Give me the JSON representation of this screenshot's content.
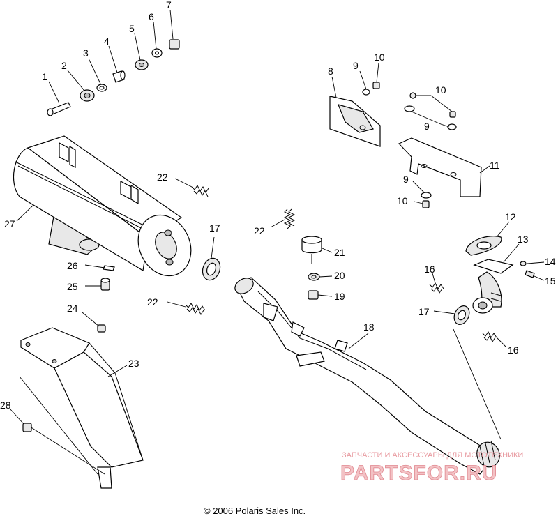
{
  "callouts": {
    "c1": "1",
    "c2": "2",
    "c3": "3",
    "c4": "4",
    "c5": "5",
    "c6": "6",
    "c7": "7",
    "c8": "8",
    "c9a": "9",
    "c9b": "9",
    "c9c": "9",
    "c10a": "10",
    "c10b": "10",
    "c10c": "10",
    "c11": "11",
    "c12": "12",
    "c13": "13",
    "c14": "14",
    "c15": "15",
    "c16a": "16",
    "c16b": "16",
    "c17a": "17",
    "c17b": "17",
    "c18": "18",
    "c19": "19",
    "c20": "20",
    "c21": "21",
    "c22a": "22",
    "c22b": "22",
    "c22c": "22",
    "c23": "23",
    "c24": "24",
    "c25": "25",
    "c26": "26",
    "c27": "27",
    "c28": "28"
  },
  "watermark": {
    "line1": "ЗАПЧАСТИ И АКСЕССУАРЫ ДЛЯ МОТОТЕХНИКИ",
    "line2": "PARTSFOR.RU"
  },
  "copyright": "© 2006 Polaris Sales Inc."
}
